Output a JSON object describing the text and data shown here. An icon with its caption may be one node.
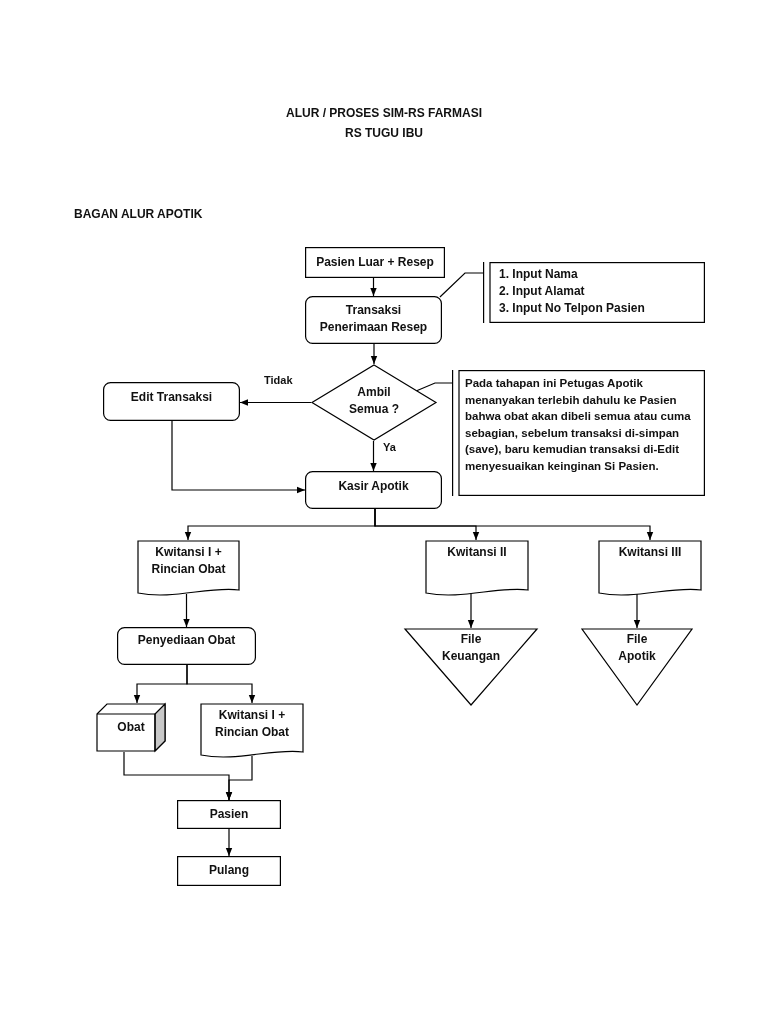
{
  "diagram": {
    "title": "ALUR / PROSES SIM-RS FARMASI",
    "nodes": [
      {
        "text": [
          "Pasien Luar + Resep"
        ]
      },
      {
        "text": [
          "Transaksi Penerimaan Resep"
        ]
      },
      {
        "text": [
          "1. Input Nama",
          "2. Input Alamat",
          "3. Input No Telpon Pasien"
        ]
      },
      {
        "text": [
          "Ambil Semua ?"
        ]
      },
      {
        "text": [
          "Edit Transaksi"
        ]
      },
      {
        "text": [
          "Pada tahapan ini Petugas Apotik menanyakan terlebih dahulu ke Pasien bahwa obat akan dibeli semua atau cuma sebagian, sebelum transaksi di-simpan (save), baru kemudian transaksi di-Edit menyesuaikan keinginan Si Pasien."
        ]
      },
      {
        "text": [
          "Kasir Apotik"
        ]
      },
      {
        "text": [
          "Kwitansi I + Rincian Obat"
        ]
      },
      {
        "text": [
          "Kwitansi II"
        ]
      },
      {
        "text": [
          "Kwitansi III"
        ]
      },
      {
        "text": [
          "Penyediaan Obat"
        ]
      },
      {
        "text": [
          "File Keuangan"
        ]
      },
      {
        "text": [
          "File Apotik"
        ]
      },
      {
        "text": [
          "Obat"
        ]
      },
      {
        "text": [
          "Kwitansi I + Rincian Obat"
        ]
      },
      {
        "text": [
          "Pasien"
        ]
      },
      {
        "text": [
          "Pulang"
        ]
      }
    ],
    "edges": [
      {
        "from": 0,
        "to": 1,
        "arrow": "to"
      },
      {
        "from": 2,
        "to": 1,
        "arrow": "none"
      },
      {
        "from": 1,
        "to": 3,
        "arrow": "to"
      },
      {
        "from": 3,
        "to": 4,
        "arrow": "to",
        "label": "Tidak"
      },
      {
        "from": 3,
        "to": 6,
        "arrow": "to",
        "label": "Ya"
      },
      {
        "from": 4,
        "to": 6,
        "arrow": "to"
      },
      {
        "from": 5,
        "to": 3,
        "arrow": "none"
      },
      {
        "from": 6,
        "to": 7,
        "arrow": "to"
      },
      {
        "from": 6,
        "to": 8,
        "arrow": "to"
      },
      {
        "from": 6,
        "to": 9,
        "arrow": "to"
      },
      {
        "from": 7,
        "to": 10,
        "arrow": "to"
      },
      {
        "from": 8,
        "to": 11,
        "arrow": "to"
      },
      {
        "from": 9,
        "to": 12,
        "arrow": "to"
      },
      {
        "from": 10,
        "to": 13,
        "arrow": "to"
      },
      {
        "from": 10,
        "to": 14,
        "arrow": "to"
      },
      {
        "from": 13,
        "to": 15,
        "arrow": "to"
      },
      {
        "from": 14,
        "to": 15,
        "arrow": "to"
      },
      {
        "from": 15,
        "to": 16,
        "arrow": "to"
      }
    ],
    "labels": [
      "RS TUGU IBU",
      "BAGAN ALUR APOTIK"
    ]
  }
}
